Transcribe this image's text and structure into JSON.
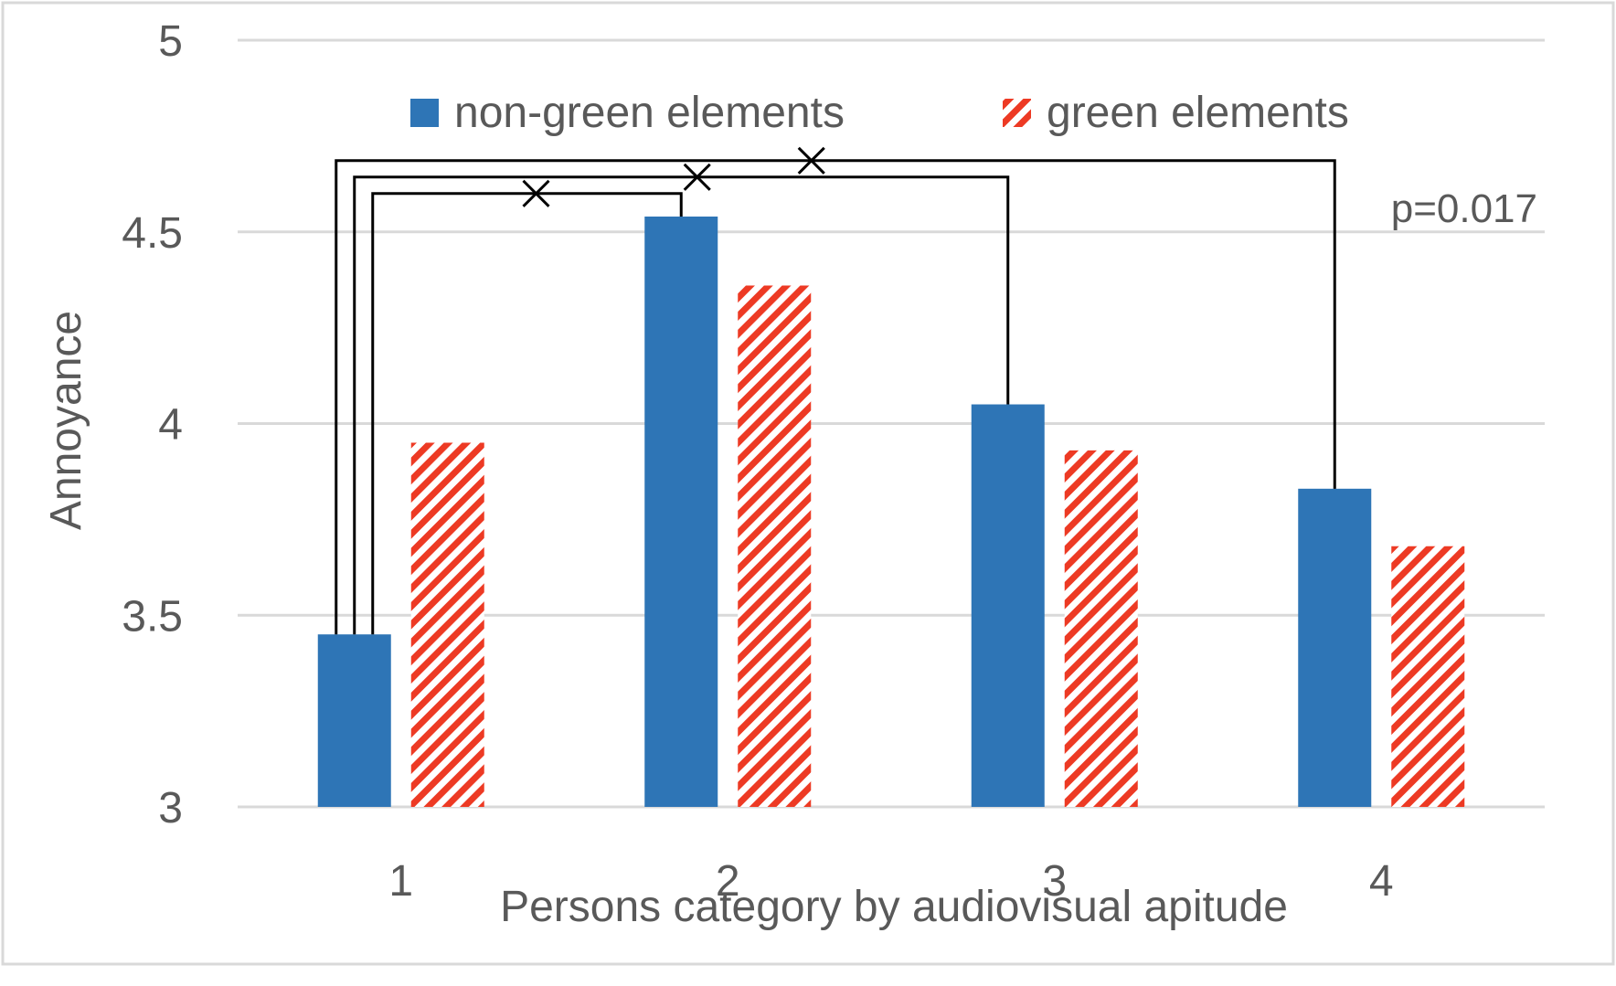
{
  "chart_data": {
    "type": "bar",
    "title": "",
    "xlabel": "Persons category by audiovisual apitude",
    "ylabel": "Annoyance",
    "categories": [
      "1",
      "2",
      "3",
      "4"
    ],
    "ylim": [
      3,
      5
    ],
    "yticks": [
      "3",
      "3.5",
      "4",
      "4.5",
      "5"
    ],
    "grid": true,
    "legend_position": "top-center",
    "series": [
      {
        "name": "non-green elements",
        "values": [
          3.45,
          4.54,
          4.05,
          3.83
        ],
        "color": "#2E75B6",
        "fill": "solid"
      },
      {
        "name": "green elements",
        "values": [
          3.95,
          4.36,
          3.93,
          3.68
        ],
        "color": "#ED3A24",
        "fill": "diagonal-hatch"
      }
    ],
    "significance_brackets": [
      {
        "from_category": "1",
        "to_category": "2"
      },
      {
        "from_category": "1",
        "to_category": "3"
      },
      {
        "from_category": "1",
        "to_category": "4"
      }
    ],
    "annotations": [
      "p=0.017"
    ]
  }
}
